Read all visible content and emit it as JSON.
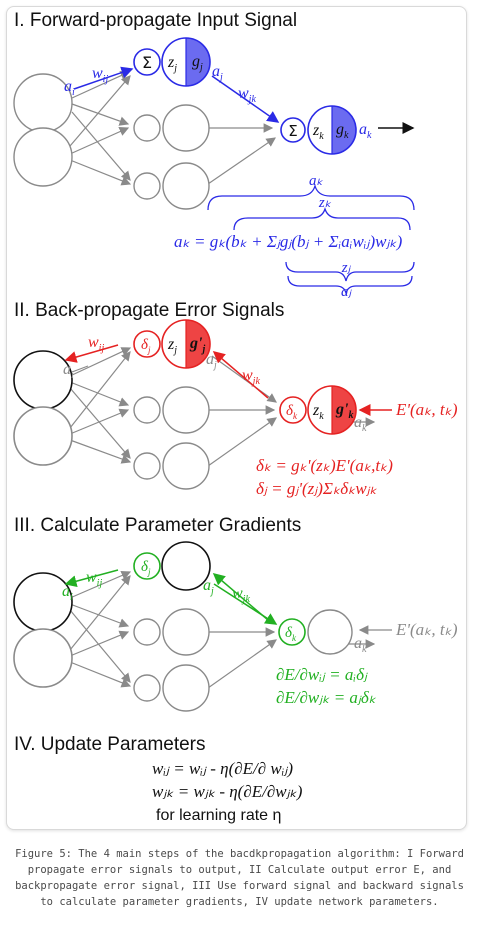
{
  "colors": {
    "blue": "#2a2ae6",
    "red": "#e52222",
    "green": "#22b022",
    "gray": "#8a8a8a",
    "black": "#111111"
  },
  "sections": {
    "forward": {
      "title": "I. Forward-propagate Input Signal",
      "labels": {
        "ai": "a",
        "ai_sub": "i",
        "wij": "w",
        "wij_sub": "ij",
        "sigma": "Σ",
        "zj": "z",
        "zj_sub": "j",
        "gj": "g",
        "gj_sub": "j",
        "aj": "a",
        "aj_sub": "j",
        "wjk": "w",
        "wjk_sub": "jk",
        "sigma2": "Σ",
        "zk": "z",
        "zk_sub": "k",
        "gk": "g",
        "gk_sub": "k",
        "ak": "a",
        "ak_sub": "k"
      },
      "formula": "aₖ = gₖ(bₖ + Σⱼgⱼ(bⱼ + Σᵢaᵢwᵢⱼ)wⱼₖ)",
      "brace_ak": "aₖ",
      "brace_zk": "zₖ",
      "brace_zj": "zⱼ",
      "brace_aj": "aⱼ"
    },
    "backward": {
      "title": "II. Back-propagate Error Signals",
      "labels": {
        "wij": "w",
        "wij_sub": "ij",
        "dj": "δ",
        "dj_sub": "j",
        "zj": "z",
        "zj_sub": "j",
        "gpj": "g'",
        "gpj_sub": "j",
        "ai": "a",
        "ai_sub": "i",
        "aj": "a",
        "aj_sub": "j",
        "wjk": "w",
        "wjk_sub": "jk",
        "dk": "δ",
        "dk_sub": "k",
        "zk": "z",
        "zk_sub": "k",
        "gpk": "g'",
        "gpk_sub": "k",
        "ak": "a",
        "ak_sub": "k",
        "error": "E'(aₖ, tₖ)"
      },
      "formula1": "δₖ = gₖ'(zₖ)E'(aₖ,tₖ)",
      "formula2": "δⱼ = gⱼ'(zⱼ)Σₖδₖwⱼₖ"
    },
    "gradients": {
      "title": "III. Calculate Parameter Gradients",
      "labels": {
        "wij": "w",
        "wij_sub": "ij",
        "ai": "a",
        "ai_sub": "i",
        "dj": "δ",
        "dj_sub": "j",
        "aj": "a",
        "aj_sub": "j",
        "wjk": "w",
        "wjk_sub": "jk",
        "dk": "δ",
        "dk_sub": "k",
        "ak": "a",
        "ak_sub": "k",
        "error": "E'(aₖ, tₖ)"
      },
      "formula1": "∂E/∂wᵢⱼ = aᵢδⱼ",
      "formula2": "∂E/∂wⱼₖ = aⱼδₖ"
    },
    "update": {
      "title": "IV. Update Parameters",
      "formula1": "wᵢⱼ = wᵢⱼ - η(∂E/∂ wᵢⱼ)",
      "formula2": "wⱼₖ = wⱼₖ - η(∂E/∂wⱼₖ)",
      "note": "for learning rate η"
    }
  },
  "caption": "Figure 5: The 4 main steps of the bacdkpropagation algorithm: I Forward propagate error signals to output, II Calculate output error E, and backpropagate error signal, III Use forward signal and backward signals to calculate parameter gradients, IV update network parameters."
}
